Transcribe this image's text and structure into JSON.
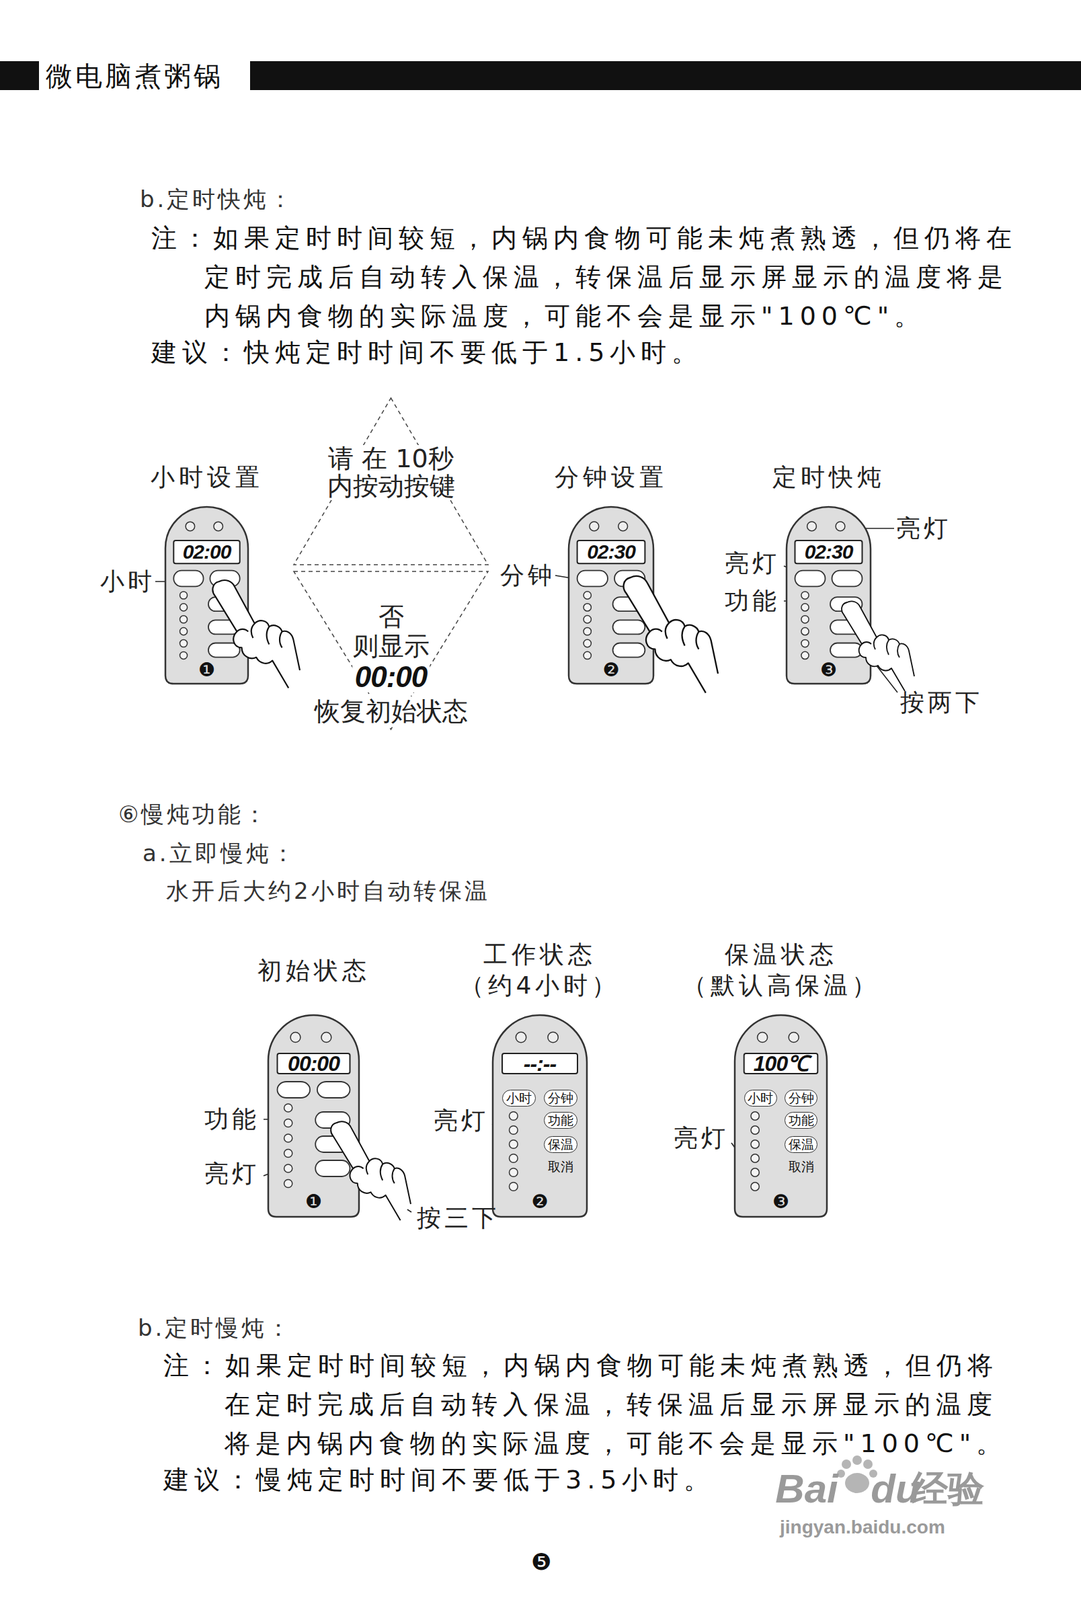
{
  "diagram": {
    "title": "微电脑煮粥锅",
    "nodes": [
      {
        "text": [
          "小时设置",
          "02:00",
          "❶"
        ]
      },
      {
        "text": [
          "请 在 10秒 内按动按键"
        ]
      },
      {
        "text": [
          "否 则显示",
          "00:00",
          "恢复初始状态"
        ]
      },
      {
        "text": [
          "分钟设置",
          "02:30",
          "❷"
        ]
      },
      {
        "text": [
          "定时快炖",
          "02:30",
          "❸"
        ]
      },
      {
        "text": [
          "初始状态",
          "00:00",
          "❶"
        ]
      },
      {
        "text": [
          "工作状态 （约4小时）",
          "--:--",
          "❷"
        ]
      },
      {
        "text": [
          "小时"
        ],
        "in": 6
      },
      {
        "text": [
          "分钟"
        ],
        "in": 6
      },
      {
        "text": [
          "功能"
        ],
        "in": 6
      },
      {
        "text": [
          "保温"
        ],
        "in": 6
      },
      {
        "text": [
          "保温状态 （默认高保温）",
          "100℃",
          "❸"
        ]
      },
      {
        "text": [
          "小时"
        ],
        "in": 11
      },
      {
        "text": [
          "分钟"
        ],
        "in": 11
      },
      {
        "text": [
          "功能"
        ],
        "in": 11
      },
      {
        "text": [
          "保温"
        ],
        "in": 11
      }
    ],
    "labels": [
      "b.定时快炖：",
      "注：如果定时时间较短，内锅内食物可能未炖煮熟透，但仍将在定时完成后自动转入保温，转保温后显示屏显示的温度将是内锅内食物的实际温度，可能不会是显示\"100℃\"。",
      "建议：快炖定时时间不要低于1.5小时。",
      "小时",
      "分钟",
      "亮灯",
      "亮灯",
      "功能",
      "按两下",
      "⑥慢炖功能：",
      "a.立即慢炖：",
      "水开后大约2小时自动转保温",
      "功能",
      "亮灯",
      "按三下",
      "亮灯",
      "取消",
      "亮灯",
      "取消",
      "b.定时慢炖：",
      "注：如果定时时间较短，内锅内食物可能未炖煮熟透，但仍将在定时完成后自动转入保温，转保温后显示屏显示的温度将是内锅内食物的实际温度，可能不会是显示\"100℃\"。",
      "建议：慢炖定时时间不要低于3.5小时。",
      "❺",
      "Bai",
      "du",
      "经验",
      "jingyan.baidu.com"
    ]
  }
}
